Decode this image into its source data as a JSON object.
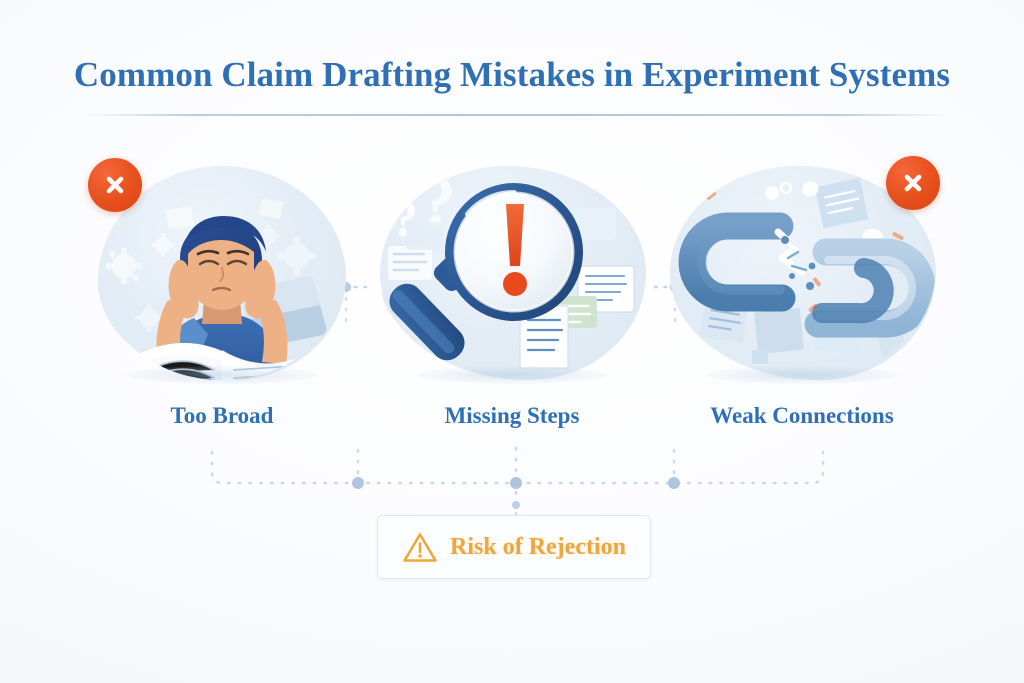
{
  "header": {
    "title": "Common Claim Drafting Mistakes in Experiment Systems",
    "title_color": "#2f6fb4",
    "divider_color": "#a8c4d6"
  },
  "background_color": "#f7f8fb",
  "panels": [
    {
      "id": "too-broad",
      "caption": "Too Broad",
      "badge": {
        "type": "x-mark",
        "position": "top-left",
        "color": "#e8521f"
      },
      "illustration": "frustrated-person-with-long-documents"
    },
    {
      "id": "missing-steps",
      "caption": "Missing Steps",
      "badge": null,
      "illustration": "magnifying-glass-with-exclamation-mark"
    },
    {
      "id": "weak-connections",
      "caption": "Weak Connections",
      "badge": {
        "type": "x-mark",
        "position": "top-right",
        "color": "#e8521f"
      },
      "illustration": "broken-chain-link-with-scattered-documents"
    }
  ],
  "connectors": {
    "color": "#b9cee0",
    "node_color": "#a8c0d8",
    "style": "dotted"
  },
  "outcome": {
    "label": "Risk of Rejection",
    "icon": "warning-triangle-icon",
    "label_color": "#eda73c",
    "border_color": "#e2e7ee"
  }
}
